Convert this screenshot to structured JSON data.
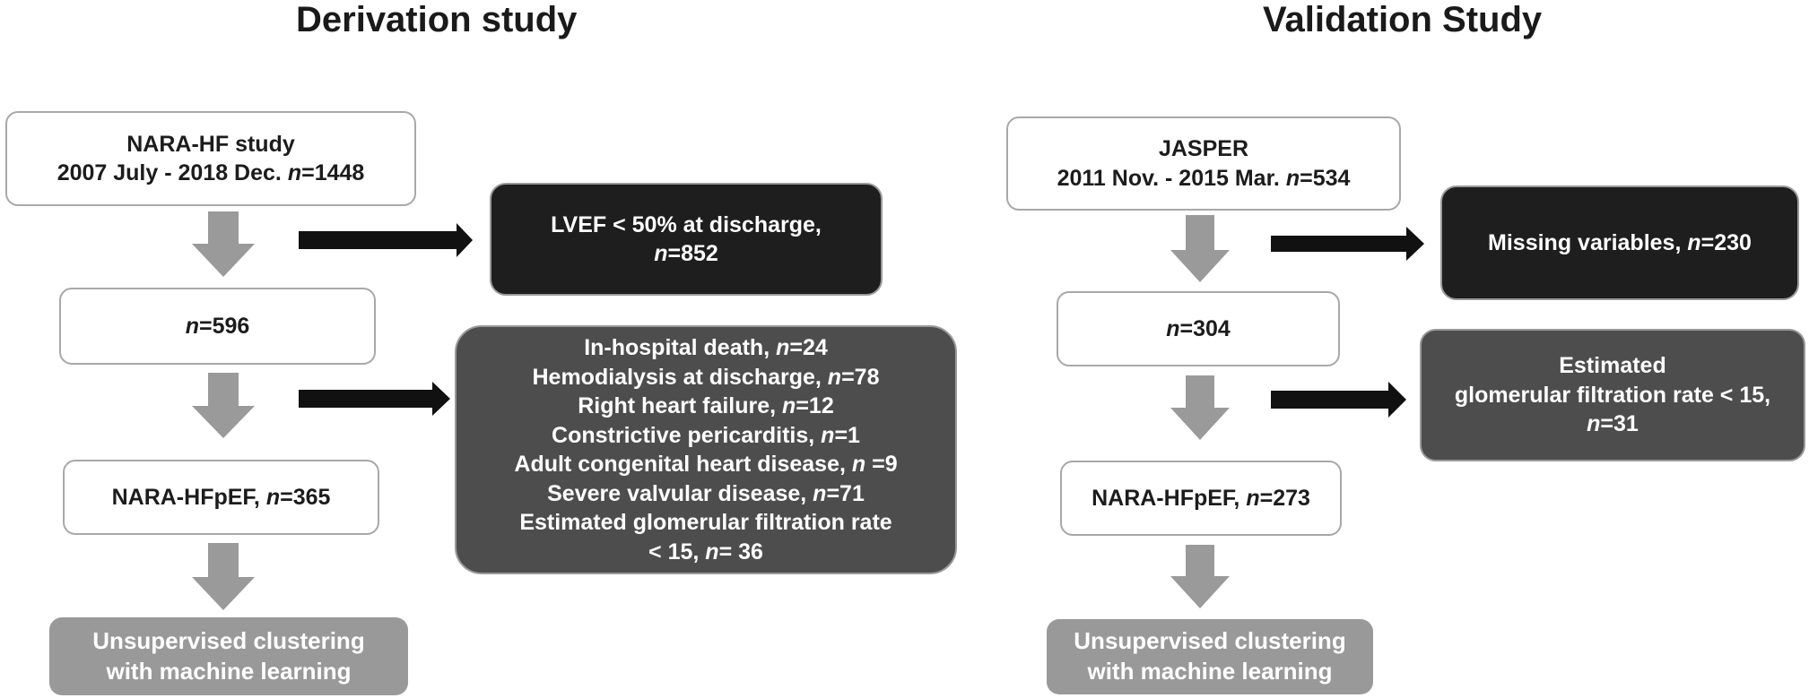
{
  "derivation": {
    "title": "Derivation study",
    "source_box": {
      "line1": "NARA-HF study",
      "line2_text": "2007 July - 2018 Dec. ",
      "line2_n": "n",
      "line2_val": "=1448"
    },
    "exclusion1": {
      "line1": "LVEF < 50%  at discharge,",
      "line2_n": "n",
      "line2_val": "=852"
    },
    "step1": {
      "n": "n",
      "val": "=596"
    },
    "exclusion2": [
      {
        "text": "In-hospital death, ",
        "n": "n",
        "val": "=24"
      },
      {
        "text": "Hemodialysis at discharge, ",
        "n": "n",
        "val": "=78"
      },
      {
        "text": "Right heart failure, ",
        "n": "n",
        "val": "=12"
      },
      {
        "text": "Constrictive pericarditis, ",
        "n": "n",
        "val": "=1"
      },
      {
        "text": "Adult congenital heart disease, ",
        "n": "n",
        "val": " =9"
      },
      {
        "text": "Severe valvular  disease, ",
        "n": "n",
        "val": "=71"
      },
      {
        "text": "Estimated glomerular filtration rate",
        "n": "",
        "val": ""
      },
      {
        "text": "< 15, ",
        "n": "n",
        "val": "= 36"
      }
    ],
    "step2": {
      "text": "NARA-HFpEF, ",
      "n": "n",
      "val": "=365"
    },
    "final": {
      "line1": "Unsupervised clustering",
      "line2": "with machine learning"
    }
  },
  "validation": {
    "title": "Validation Study",
    "source_box": {
      "line1": "JASPER",
      "line2_text": "2011 Nov. - 2015 Mar. ",
      "line2_n": "n",
      "line2_val": "=534"
    },
    "exclusion1": {
      "text": "Missing variables, ",
      "n": "n",
      "val": "=230"
    },
    "step1": {
      "n": "n",
      "val": "=304"
    },
    "exclusion2": {
      "line1": "Estimated",
      "line2": "glomerular filtration rate < 15,",
      "line3_n": "n",
      "line3_val": "=31"
    },
    "step2": {
      "text": "NARA-HFpEF, ",
      "n": "n",
      "val": "=273"
    },
    "final": {
      "line1": "Unsupervised clustering",
      "line2": "with machine learning"
    }
  },
  "colors": {
    "down_arrow": "#9a9a9a",
    "right_arrow": "#111111",
    "black_box": "#1e1e1e",
    "dark_box": "#4d4d4d",
    "grey_box": "#999999"
  }
}
